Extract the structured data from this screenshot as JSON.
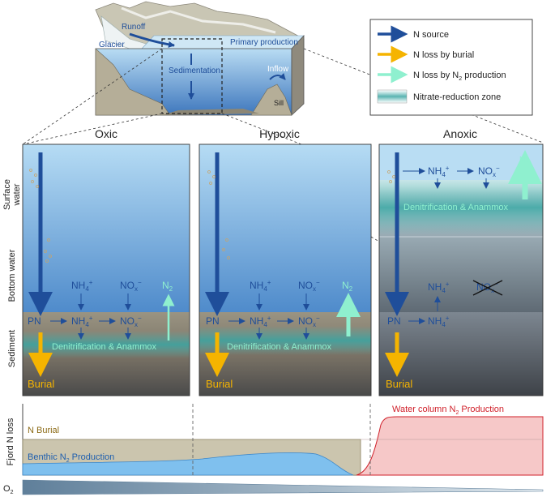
{
  "fjord": {
    "labels": {
      "runoff": "Runoff",
      "glacier": "Glacier",
      "primary_production": "Primary production",
      "sedimentation": "Sedimentation",
      "inflow": "Inflow",
      "sill": "Sill"
    }
  },
  "legend": {
    "items": [
      {
        "text": "N source",
        "color": "#1f4e9a",
        "icon": "arrow-icon"
      },
      {
        "text": "N loss by burial",
        "color": "#f5b400",
        "icon": "arrow-icon"
      },
      {
        "text": "N loss by N",
        "sub": "2",
        "tail": " production",
        "color": "#8ff0cf",
        "icon": "arrow-icon"
      },
      {
        "text": "Nitrate-reduction zone",
        "color": "#4fb3b0",
        "icon": "zone-swatch-icon"
      }
    ]
  },
  "panels": {
    "oxic": {
      "title": "Oxic"
    },
    "hypoxic": {
      "title": "Hypoxic"
    },
    "anoxic": {
      "title": "Anoxic"
    }
  },
  "depth_labels": {
    "surface": "Surface",
    "surface2": "water",
    "bottom": "Bottom water",
    "sediment": "Sediment"
  },
  "species": {
    "pn": "PN",
    "nh4": "NH",
    "nh4_sub": "4",
    "nh4_sup": "+",
    "nox": "NO",
    "nox_sub": "x",
    "nox_sup": "−",
    "n2": "N",
    "n2_sub": "2"
  },
  "process": {
    "denit": "Denitrification & Anammox",
    "burial": "Burial"
  },
  "bottom_plot": {
    "ylabel": "Fjord N loss",
    "n_burial": "N Burial",
    "benthic": "Benthic N",
    "benthic_sub": "2",
    "benthic_tail": " Production",
    "water_column": "Water column N",
    "water_column_sub": "2",
    "water_column_tail": " Production",
    "o2_label": "O",
    "o2_sub": "2"
  },
  "colors": {
    "n_source": "#1f4e9a",
    "burial": "#f5b400",
    "n2_loss": "#8ff0cf",
    "water_top": "#a9d3f0",
    "water_bottom": "#4b87c9",
    "sediment": "#8a8577",
    "anoxic_water": "#9aa7b0",
    "benthic_fill": "#7fc0ee",
    "burial_fill": "#c9c3ae",
    "water_column_fill": "#f6c8c8",
    "water_column_line": "#d0202a",
    "burial_label": "#8b6a15",
    "benthic_label": "#1f5fae"
  }
}
